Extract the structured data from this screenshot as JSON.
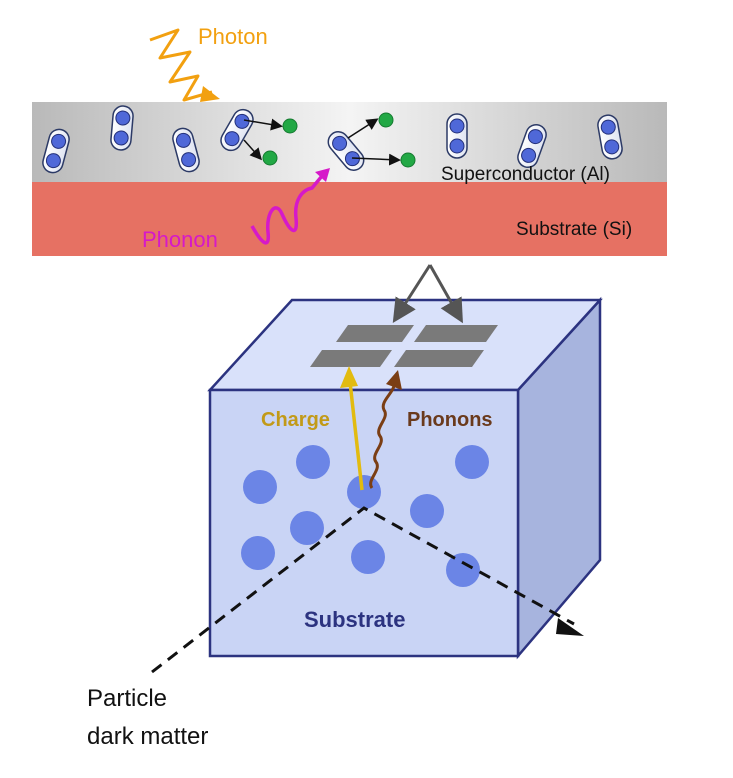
{
  "top_panel": {
    "photon_label": "Photon",
    "phonon_label": "Phonon",
    "superconductor_label": "Superconductor (Al)",
    "substrate_label": "Substrate (Si)",
    "colors": {
      "superconductor_band": "#c7c7c7",
      "substrate_band": "#e67163",
      "cooper_pair": "#4f68d8",
      "quasiparticle": "#22a845",
      "photon": "#f2a010",
      "phonon": "#d619c9"
    }
  },
  "bottom_panel": {
    "charge_label": "Charge",
    "phonons_label": "Phonons",
    "substrate_label": "Substrate",
    "particle_label_line1": "Particle",
    "particle_label_line2": "dark matter",
    "colors": {
      "cube_front": "#c9d4f5",
      "cube_top": "#d9e1fa",
      "cube_side": "#a7b4de",
      "cube_edge": "#2c3380",
      "dot": "#6b85e6",
      "charge_arrow": "#e2bb10",
      "charge_text": "#c29a18",
      "phonon_arrow": "#7b3e14",
      "phonon_text": "#6a3a1c",
      "sensor": "#7a7a7a"
    }
  }
}
